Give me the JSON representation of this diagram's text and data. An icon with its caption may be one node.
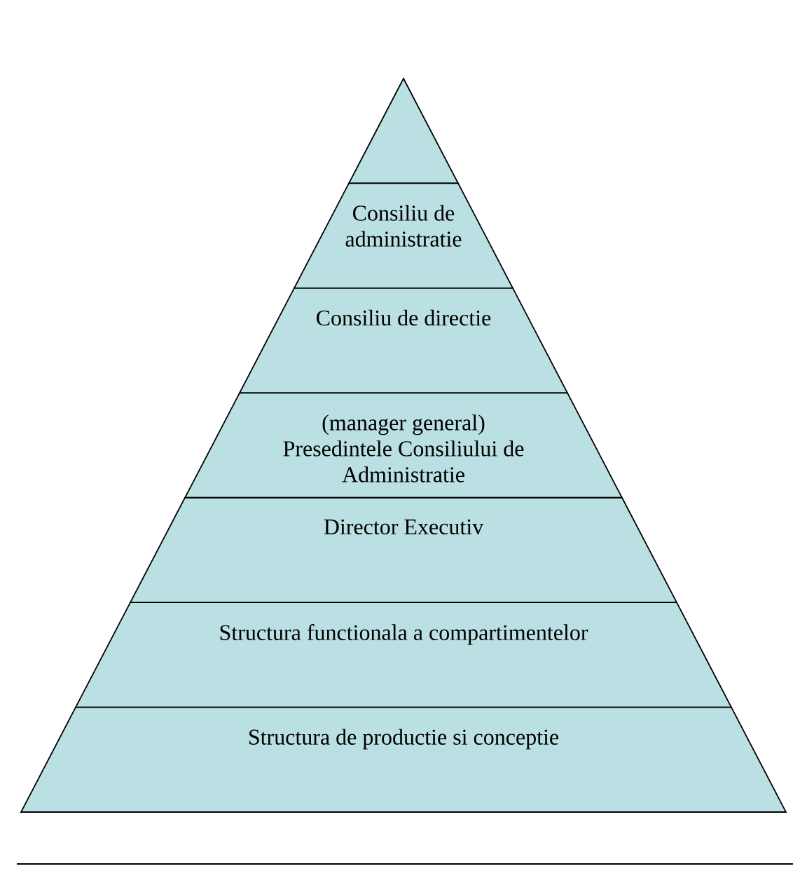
{
  "diagram": {
    "nodes": [
      {
        "text": [],
        "shape": "triangle"
      },
      {
        "text": [
          "Consiliu de administratie"
        ]
      },
      {
        "text": [
          "Consiliu de directie"
        ]
      },
      {
        "text": [
          "(manager general) Presedintele Consiliului de Administratie"
        ]
      },
      {
        "text": [
          "Director Executiv"
        ]
      },
      {
        "text": [
          "Structura functionala a compartimentelor"
        ]
      },
      {
        "text": [
          "Structura de productie si conceptie"
        ]
      }
    ]
  }
}
